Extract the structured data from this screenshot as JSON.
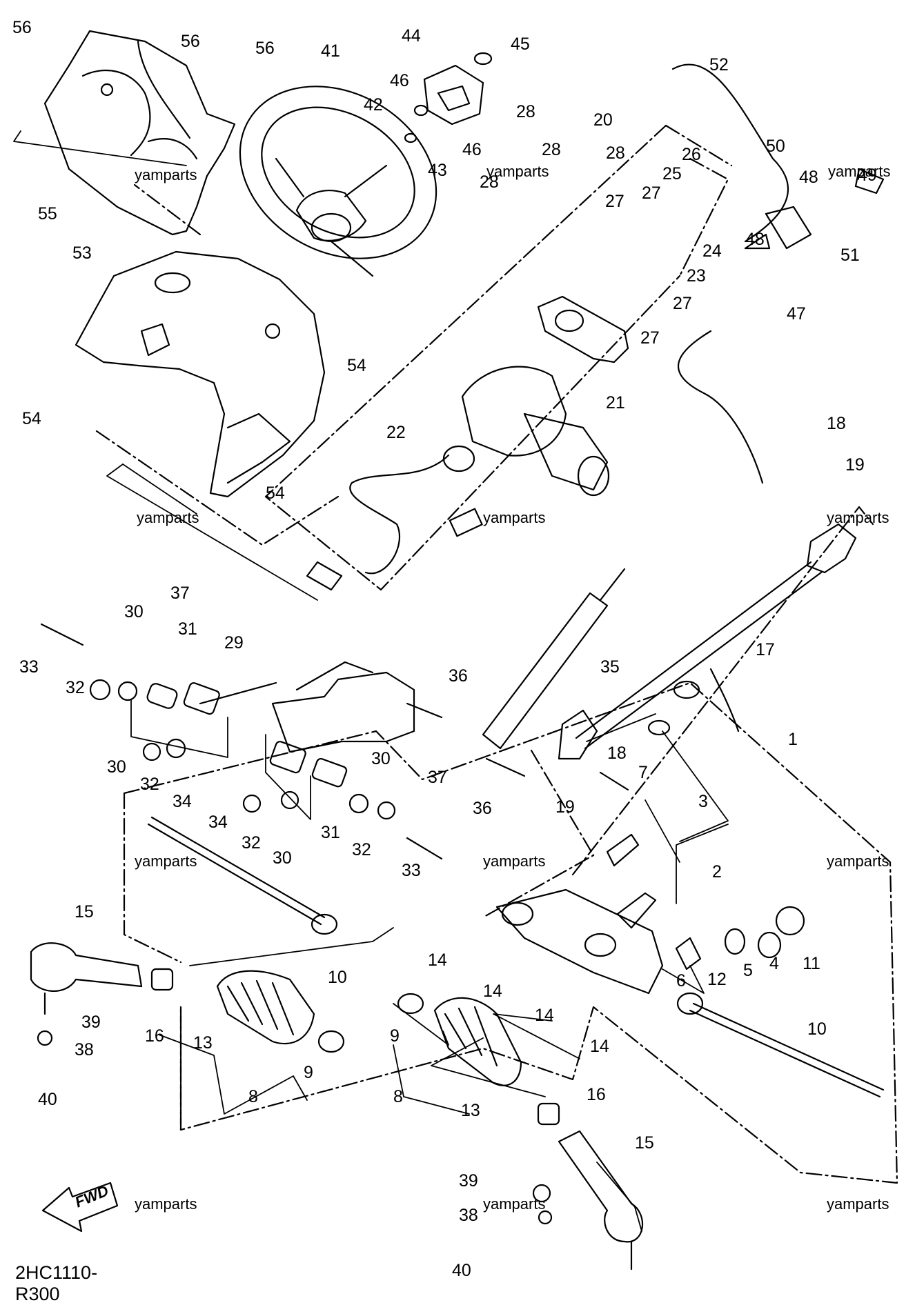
{
  "diagram": {
    "code": "2HC1110-R300",
    "fwd_label": "FWD",
    "watermark": "yamparts",
    "callouts": [
      "56",
      "56",
      "56",
      "41",
      "44",
      "45",
      "46",
      "42",
      "46",
      "43",
      "28",
      "28",
      "28",
      "28",
      "20",
      "26",
      "25",
      "24",
      "23",
      "27",
      "27",
      "27",
      "27",
      "21",
      "22",
      "52",
      "50",
      "48",
      "49",
      "48",
      "51",
      "47",
      "55",
      "53",
      "54",
      "54",
      "54",
      "18",
      "19",
      "17",
      "35",
      "37",
      "29",
      "31",
      "30",
      "33",
      "32",
      "36",
      "30",
      "32",
      "34",
      "37",
      "36",
      "18",
      "7",
      "3",
      "19",
      "1",
      "2",
      "34",
      "32",
      "30",
      "31",
      "30",
      "32",
      "33",
      "15",
      "39",
      "38",
      "40",
      "16",
      "13",
      "8",
      "9",
      "10",
      "14",
      "14",
      "14",
      "14",
      "6",
      "12",
      "5",
      "4",
      "11",
      "9",
      "8",
      "13",
      "16",
      "10",
      "15",
      "39",
      "38",
      "40"
    ]
  }
}
